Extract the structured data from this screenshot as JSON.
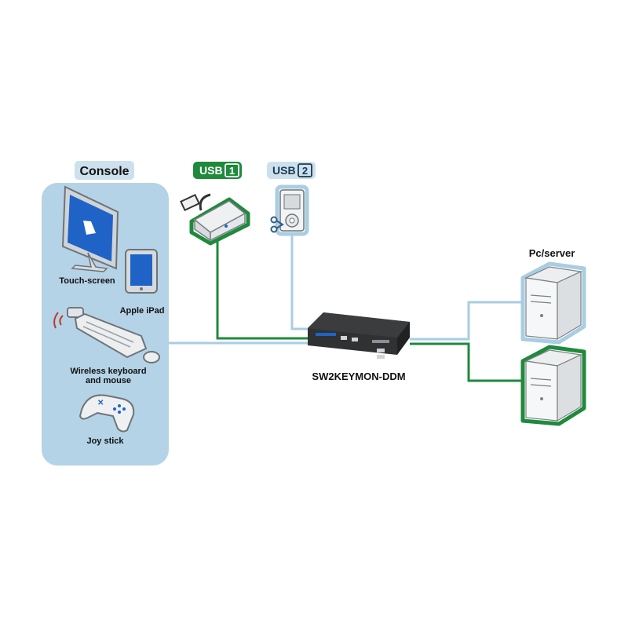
{
  "console": {
    "title": "Console",
    "devices": {
      "touchscreen": "Touch-screen",
      "ipad": "Apple iPad",
      "keyboard_line1": "Wireless keyboard",
      "keyboard_line2": "and mouse",
      "joystick": "Joy stick"
    }
  },
  "usb_ports": [
    {
      "label": "USB",
      "number": "1"
    },
    {
      "label": "USB",
      "number": "2"
    }
  ],
  "switch": {
    "model": "SW2KEYMON-DDM"
  },
  "servers": {
    "title": "Pc/server"
  },
  "colors": {
    "console_panel": "#b5d3e6",
    "console_tab": "#cde0ed",
    "link_blue": "#a9cde2",
    "link_green": "#1f8a3c",
    "screen_blue": "#1f63c7"
  }
}
